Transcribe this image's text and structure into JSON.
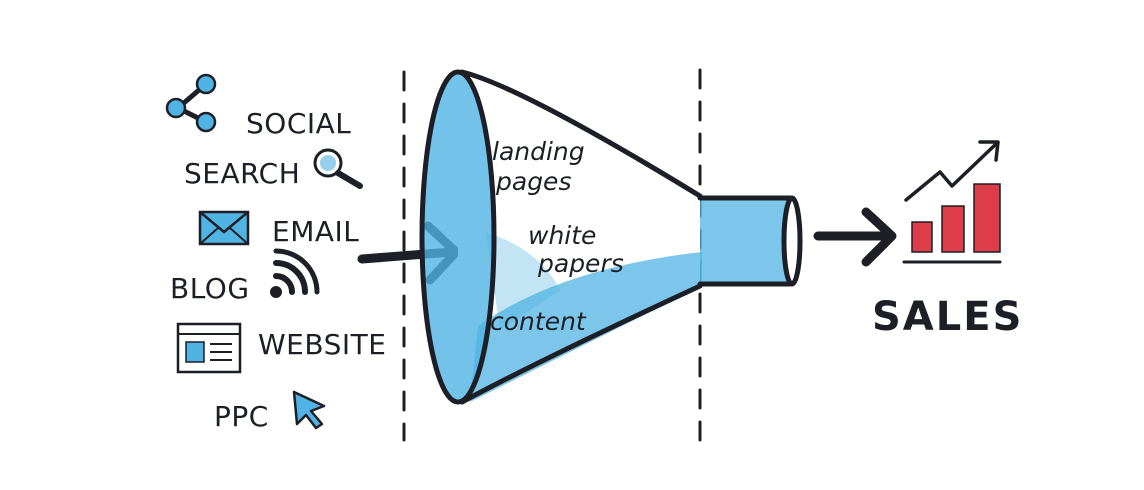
{
  "sources": [
    {
      "id": "social",
      "label": "SOCIAL",
      "icon": "share-icon"
    },
    {
      "id": "search",
      "label": "SEARCH",
      "icon": "magnifier-icon"
    },
    {
      "id": "email",
      "label": "EMAIL",
      "icon": "envelope-icon"
    },
    {
      "id": "blog",
      "label": "BLOG",
      "icon": "rss-feed-icon"
    },
    {
      "id": "website",
      "label": "WEBSITE",
      "icon": "browser-window-icon"
    },
    {
      "id": "ppc",
      "label": "PPC",
      "icon": "cursor-arrow-icon"
    }
  ],
  "funnel": {
    "stages": [
      {
        "line1": "landing",
        "line2": "pages"
      },
      {
        "line1": "white",
        "line2": "papers"
      },
      {
        "line1": "content",
        "line2": ""
      }
    ]
  },
  "outcome": {
    "label": "SALES",
    "icon": "growth-bar-chart-icon"
  },
  "colors": {
    "ink": "#1c1f26",
    "accent_blue": "#4fb3e3",
    "bar_red": "#dd3c49"
  }
}
